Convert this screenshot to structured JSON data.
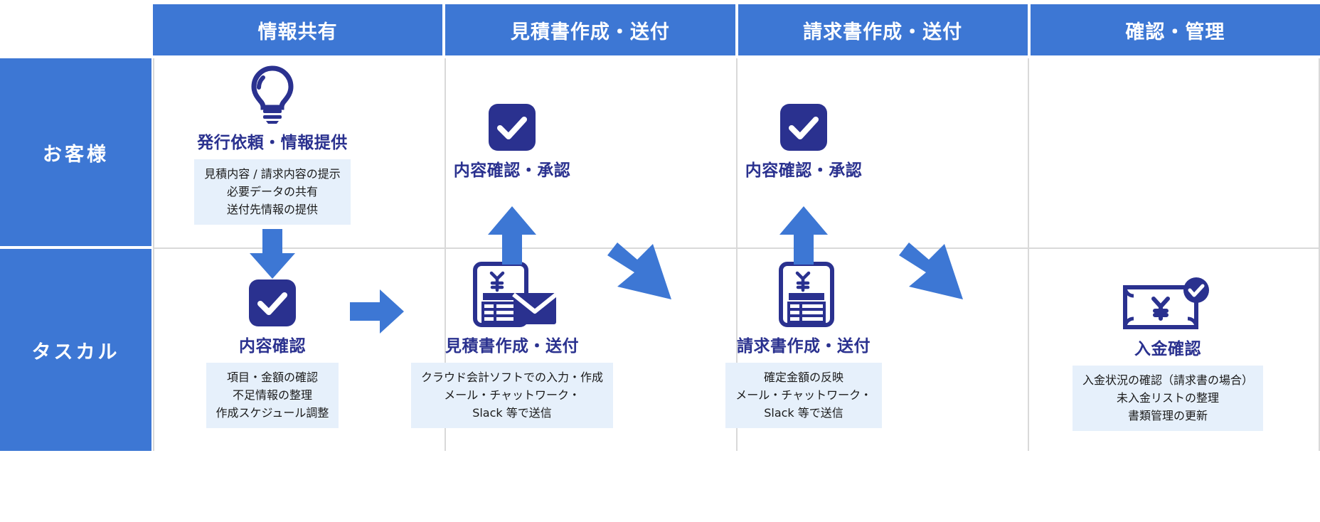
{
  "diagram": {
    "title": "invoice-workflow-matrix",
    "colors": {
      "header_blue": "#3d77d4",
      "arrow_blue": "#3d77d4",
      "navy": "#2a318f",
      "detail_bg": "#e6f0fb",
      "grid_line": "#d9d9d9"
    }
  },
  "columns": [
    {
      "label": "情報共有"
    },
    {
      "label": "見積書作成・送付"
    },
    {
      "label": "請求書作成・送付"
    },
    {
      "label": "確認・管理"
    }
  ],
  "rows": [
    {
      "label": "お客様"
    },
    {
      "label": "タスカル"
    }
  ],
  "cells": {
    "customer": [
      {
        "icon": "lightbulb-icon",
        "title": "発行依頼・情報提供",
        "details": "見積内容 / 請求内容の提示\n必要データの共有\n送付先情報の提供"
      },
      {
        "icon": "check-square-icon",
        "title": "内容確認・承認",
        "details": ""
      },
      {
        "icon": "check-square-icon",
        "title": "内容確認・承認",
        "details": ""
      },
      {
        "icon": "",
        "title": "",
        "details": ""
      }
    ],
    "tascal": [
      {
        "icon": "check-square-icon",
        "title": "内容確認",
        "details": "項目・金額の確認\n不足情報の整理\n作成スケジュール調整"
      },
      {
        "icon": "document-envelope-icon",
        "title": "見積書作成・送付",
        "details": "クラウド会計ソフトでの入力・作成\nメール・チャットワーク・\nSlack 等で送信"
      },
      {
        "icon": "document-yen-icon",
        "title": "請求書作成・送付",
        "details": "確定金額の反映\nメール・チャットワーク・\nSlack 等で送信"
      },
      {
        "icon": "banknote-check-icon",
        "title": "入金確認",
        "details": "入金状況の確認（請求書の場合）\n未入金リストの整理\n書類管理の更新"
      }
    ]
  },
  "arrows": [
    {
      "name": "arrow-down-customer-to-tascal-col1",
      "direction": "down"
    },
    {
      "name": "arrow-right-col1-to-col2",
      "direction": "right"
    },
    {
      "name": "arrow-up-tascal-to-customer-col2",
      "direction": "up"
    },
    {
      "name": "arrow-diagonal-col2-to-col3",
      "direction": "down-right"
    },
    {
      "name": "arrow-up-tascal-to-customer-col3",
      "direction": "up"
    },
    {
      "name": "arrow-diagonal-col3-to-col4",
      "direction": "down-right"
    }
  ]
}
